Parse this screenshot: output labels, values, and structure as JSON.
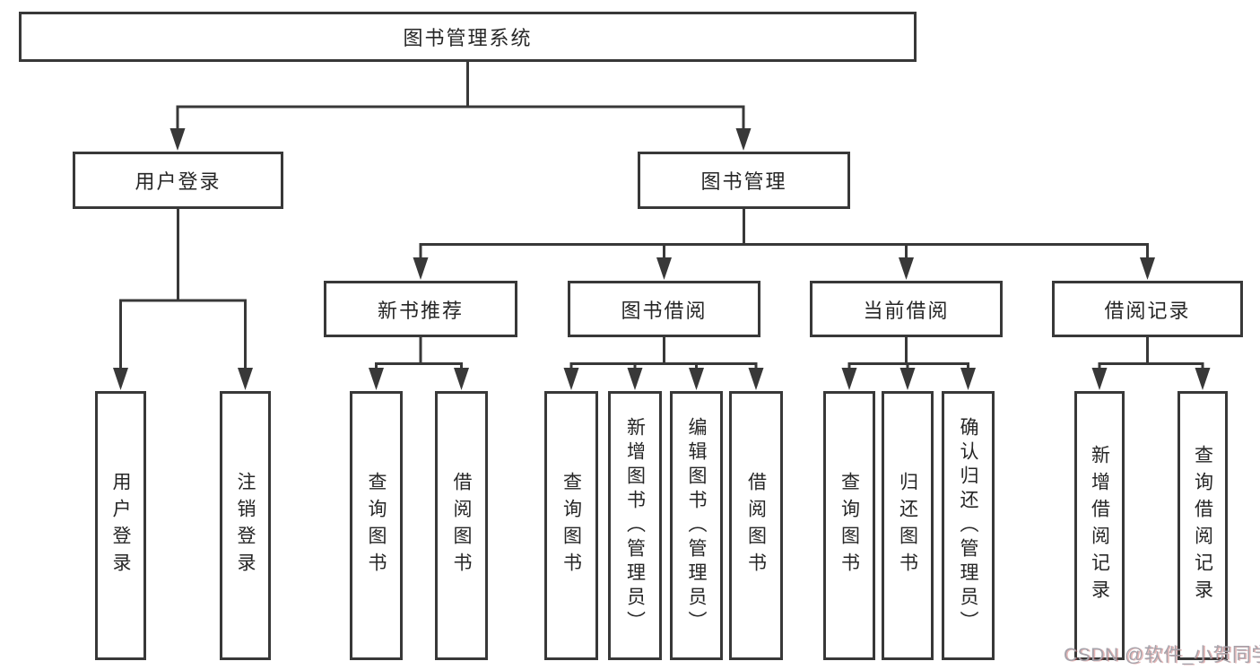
{
  "diagram_title": "图书管理系统",
  "tree": {
    "root": {
      "label": "图书管理系统",
      "children": [
        {
          "label": "用户登录",
          "children": [
            {
              "label": "用户登录"
            },
            {
              "label": "注销登录"
            }
          ]
        },
        {
          "label": "图书管理",
          "children": [
            {
              "label": "新书推荐",
              "children": [
                {
                  "label": "查询图书"
                },
                {
                  "label": "借阅图书"
                }
              ]
            },
            {
              "label": "图书借阅",
              "children": [
                {
                  "label": "查询图书"
                },
                {
                  "label": "新增图书（管理员）"
                },
                {
                  "label": "编辑图书（管理员）"
                },
                {
                  "label": "借阅图书"
                }
              ]
            },
            {
              "label": "当前借阅",
              "children": [
                {
                  "label": "查询图书"
                },
                {
                  "label": "归还图书"
                },
                {
                  "label": "确认归还（管理员）"
                }
              ]
            },
            {
              "label": "借阅记录",
              "children": [
                {
                  "label": "新增借阅记录"
                },
                {
                  "label": "查询借阅记录"
                }
              ]
            }
          ]
        }
      ]
    }
  },
  "watermark": {
    "text": "CSDN @软件_小贺同学"
  },
  "colors": {
    "line": "#383838",
    "text": "#262626",
    "background": "#ffffff",
    "watermark": "#a6a3ab",
    "watermark_accent": "#c55b5b"
  }
}
